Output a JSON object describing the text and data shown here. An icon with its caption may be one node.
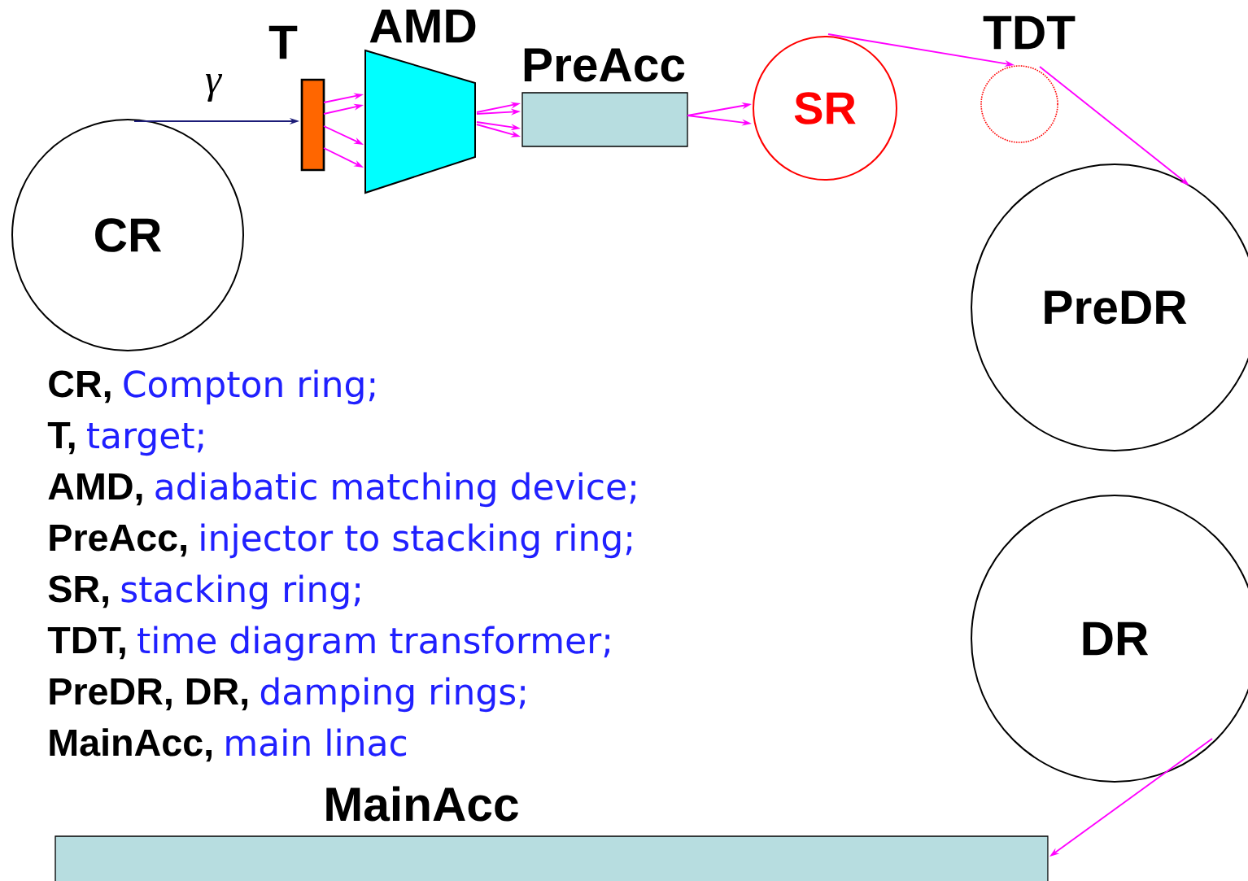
{
  "diagram": {
    "nodes": [
      {
        "text": [
          "CR"
        ]
      },
      {
        "text": [
          "T"
        ]
      },
      {
        "text": [
          "AMD"
        ]
      },
      {
        "text": [
          "PreAcc"
        ]
      },
      {
        "text": [
          "SR"
        ]
      },
      {
        "text": [
          "TDT"
        ]
      },
      {
        "text": [
          "PreDR"
        ]
      },
      {
        "text": [
          "DR"
        ]
      },
      {
        "text": [
          "MainAcc"
        ]
      }
    ],
    "edges": [
      {
        "from": 0,
        "to": 1,
        "arrow": "to",
        "label": "γ",
        "color": "#1c1c78"
      },
      {
        "from": 1,
        "to": 2,
        "arrow": "to"
      },
      {
        "from": 1,
        "to": 2,
        "arrow": "to"
      },
      {
        "from": 1,
        "to": 2,
        "arrow": "to"
      },
      {
        "from": 1,
        "to": 2,
        "arrow": "to"
      },
      {
        "from": 2,
        "to": 3,
        "arrow": "to"
      },
      {
        "from": 2,
        "to": 3,
        "arrow": "to"
      },
      {
        "from": 2,
        "to": 3,
        "arrow": "to"
      },
      {
        "from": 2,
        "to": 3,
        "arrow": "to"
      },
      {
        "from": 3,
        "to": 4,
        "arrow": "to"
      },
      {
        "from": 3,
        "to": 4,
        "arrow": "to"
      },
      {
        "from": 4,
        "to": 5,
        "arrow": "to"
      },
      {
        "from": 5,
        "to": 6,
        "arrow": "to"
      },
      {
        "from": 7,
        "to": 8,
        "arrow": "to"
      }
    ],
    "labels": [
      "CR,",
      "Compton ring;",
      "T,",
      "target;",
      "AMD,",
      "adiabatic matching device;",
      "PreAcc,",
      "injector to stacking ring;",
      "SR,",
      "stacking ring;",
      "TDT,",
      "time diagram transformer;",
      "PreDR, DR,",
      "damping rings;",
      "MainAcc,",
      "main linac"
    ]
  }
}
